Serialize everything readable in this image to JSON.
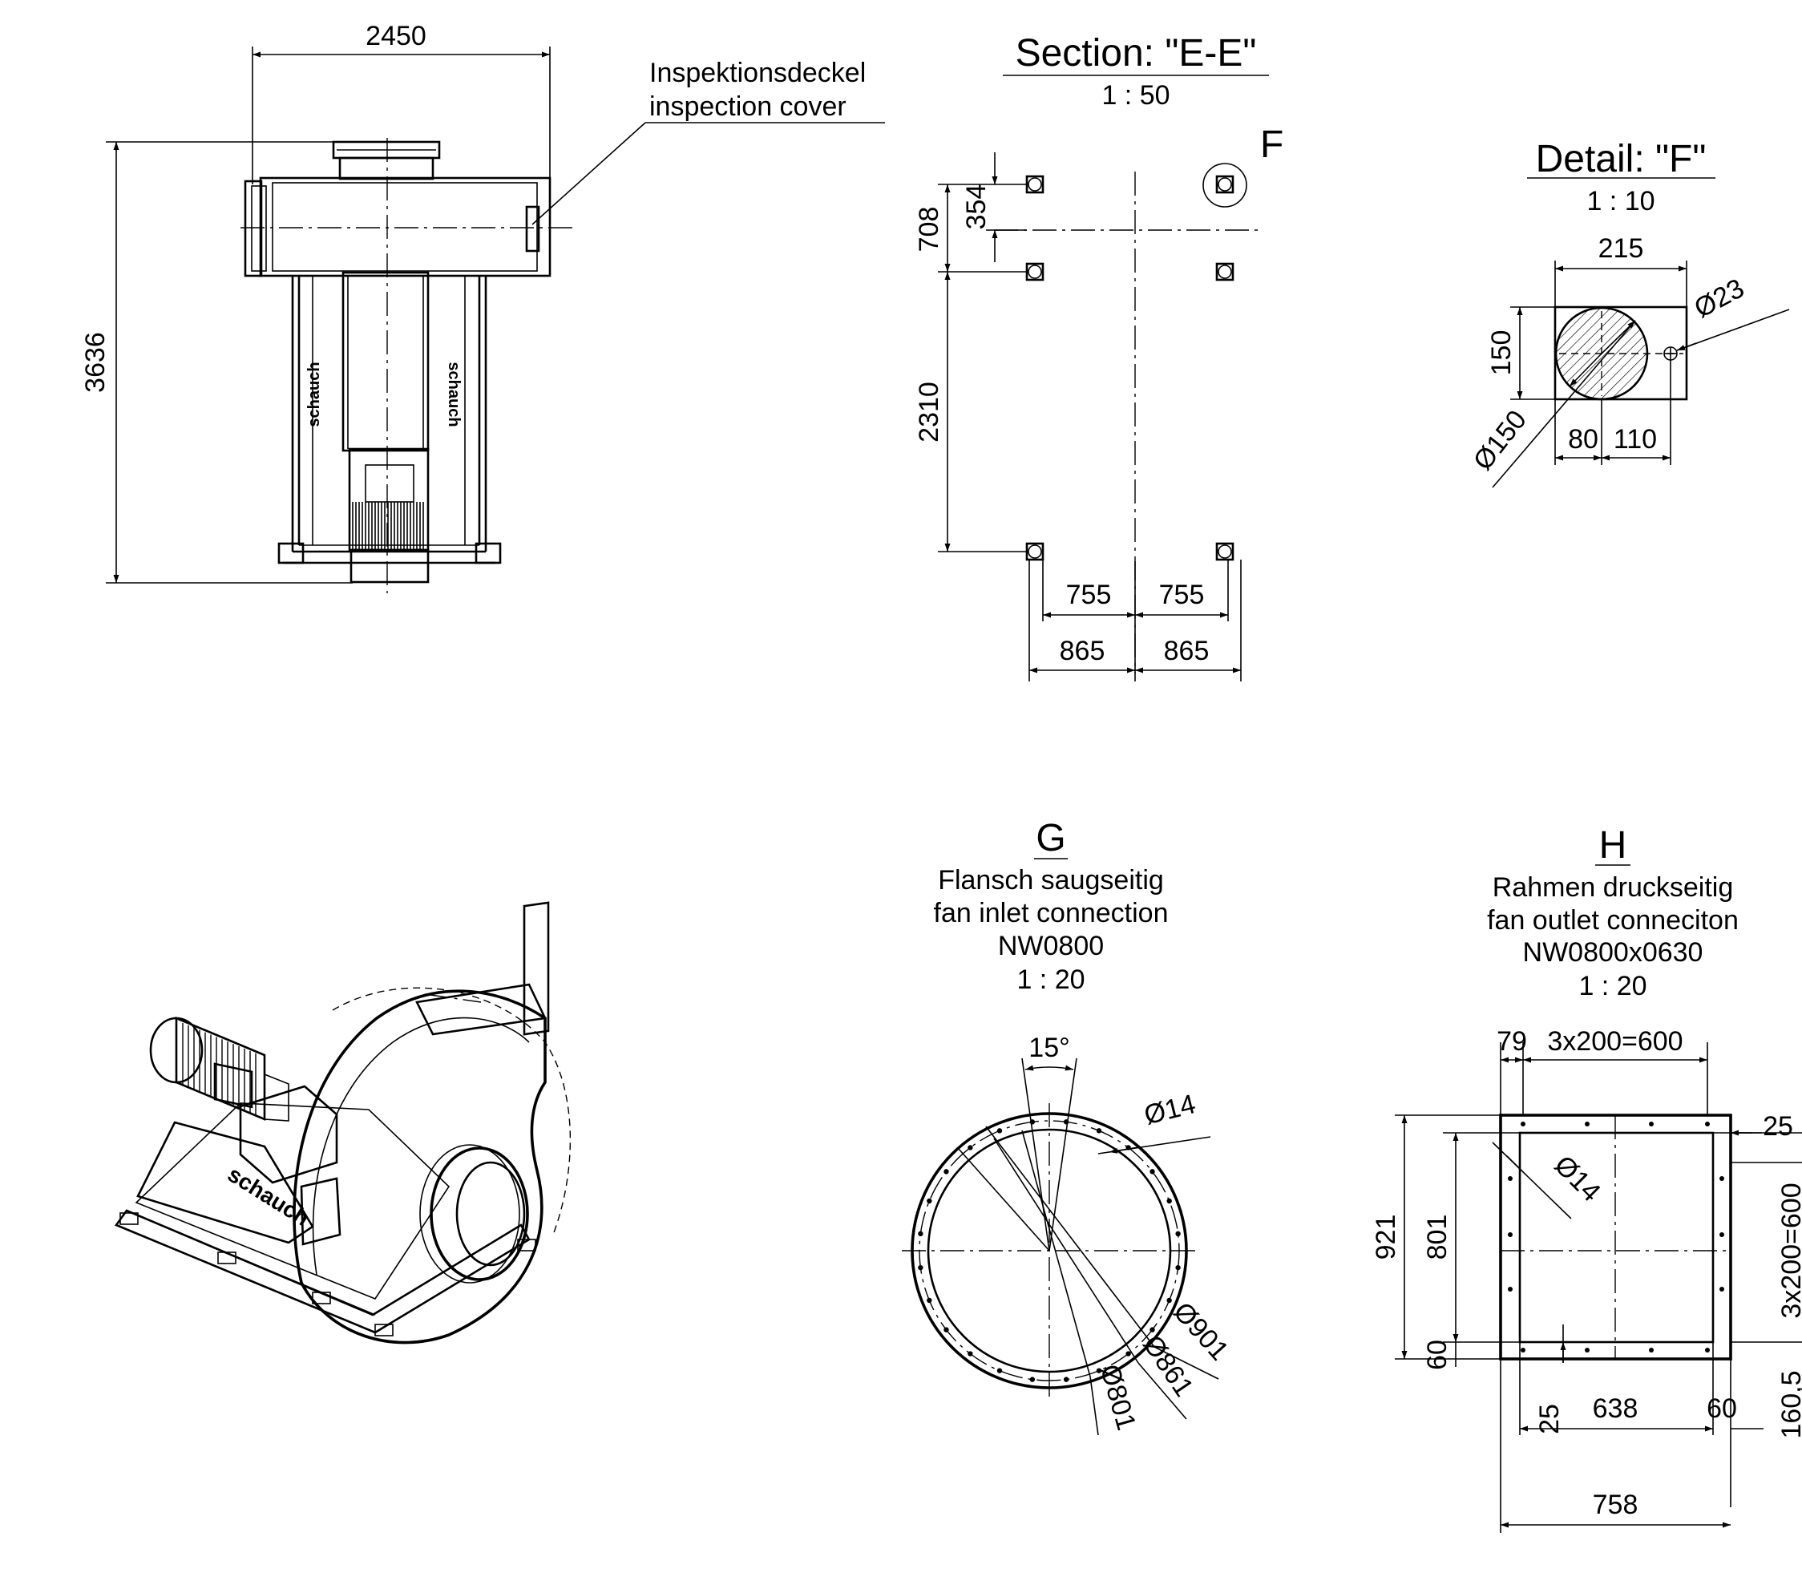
{
  "front_view": {
    "dim_width": "2450",
    "dim_height": "3636",
    "note_de": "Inspektionsdeckel",
    "note_en": "inspection cover",
    "brand": "schauch"
  },
  "section_ee": {
    "title": "Section: \"E-E\"",
    "scale": "1 : 50",
    "marker": "F",
    "dims": {
      "d354": "354",
      "d708": "708",
      "d2310": "2310",
      "d755_left": "755",
      "d755_right": "755",
      "d865_left": "865",
      "d865_right": "865"
    }
  },
  "detail_f": {
    "title": "Detail: \"F\"",
    "scale": "1 : 10",
    "dims": {
      "d215": "215",
      "d150": "150",
      "d80": "80",
      "d110": "110",
      "dia23": "Ø23",
      "dia150": "Ø150"
    }
  },
  "flange_g": {
    "letter": "G",
    "label_de": "Flansch saugseitig",
    "label_en": "fan inlet connection",
    "size": "NW0800",
    "scale": "1 : 20",
    "dims": {
      "angle": "15°",
      "dia14": "Ø14",
      "dia901": "Ø901",
      "dia861": "Ø861",
      "dia801": "Ø801"
    }
  },
  "frame_h": {
    "letter": "H",
    "label_de": "Rahmen druckseitig",
    "label_en": "fan outlet conneciton",
    "size": "NW0800x0630",
    "scale": "1 : 20",
    "dims": {
      "d79": "79",
      "pitch_top": "3x200=600",
      "d25_top": "25",
      "pitch_side": "3x200=600",
      "d921": "921",
      "d801": "801",
      "d60_left": "60",
      "d25_bottom": "25",
      "d638": "638",
      "d60_bottom": "60",
      "d160_5": "160,5",
      "d758": "758",
      "dia14": "Ø14"
    }
  },
  "iso_view": {
    "brand": "schauch"
  }
}
